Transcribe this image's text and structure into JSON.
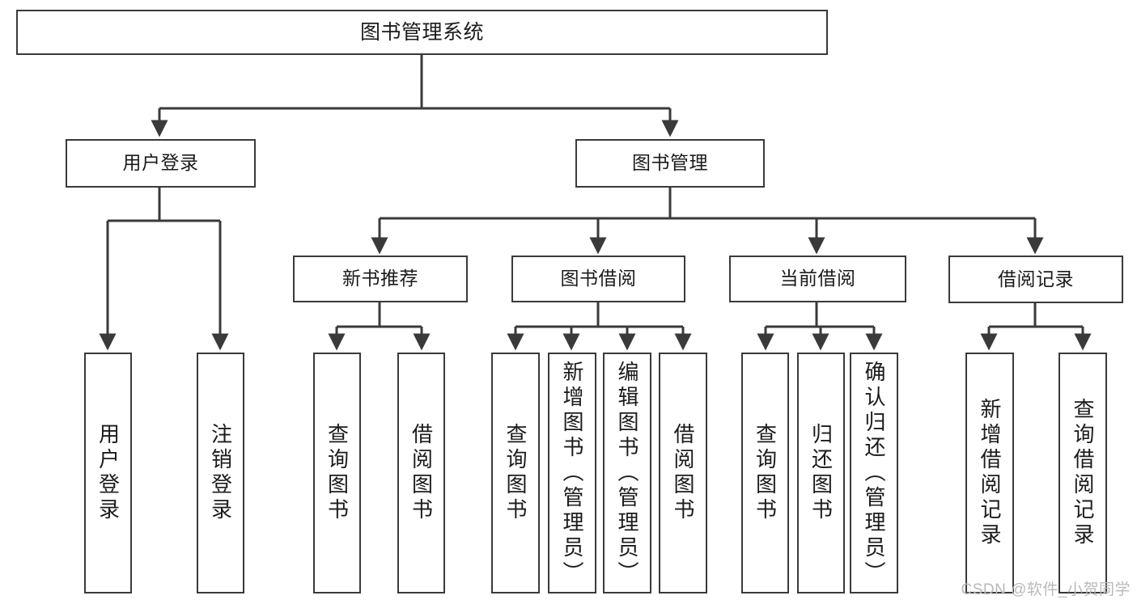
{
  "diagram": {
    "title": "图书管理系统",
    "type": "tree-hierarchy-chart",
    "line_color": "#3a3a3a",
    "box_fill": "#ffffff",
    "text_color": "#1b1b1b",
    "nodes": {
      "root": {
        "label": "图书管理系统"
      },
      "level2": [
        {
          "id": "user-login",
          "label": "用户登录"
        },
        {
          "id": "book-manage",
          "label": "图书管理"
        }
      ],
      "level3": [
        {
          "id": "new-book-recommend",
          "label": "新书推荐"
        },
        {
          "id": "book-borrow",
          "label": "图书借阅"
        },
        {
          "id": "current-borrow",
          "label": "当前借阅"
        },
        {
          "id": "borrow-record",
          "label": "借阅记录"
        }
      ],
      "leaves": {
        "user_login": [
          {
            "id": "leaf-user-login",
            "label": "用户登录"
          },
          {
            "id": "leaf-logout-login",
            "label": "注销登录"
          }
        ],
        "new_book_recommend": [
          {
            "id": "leaf-query-book-1",
            "label": "查询图书"
          },
          {
            "id": "leaf-borrow-book-1",
            "label": "借阅图书"
          }
        ],
        "book_borrow": [
          {
            "id": "leaf-query-book-2",
            "label": "查询图书"
          },
          {
            "id": "leaf-add-book",
            "label": "新增图书（管理员）"
          },
          {
            "id": "leaf-edit-book",
            "label": "编辑图书（管理员）"
          },
          {
            "id": "leaf-borrow-book-2",
            "label": "借阅图书"
          }
        ],
        "current_borrow": [
          {
            "id": "leaf-query-book-3",
            "label": "查询图书"
          },
          {
            "id": "leaf-return-book",
            "label": "归还图书"
          },
          {
            "id": "leaf-confirm-return",
            "label": "确认归还（管理员）"
          }
        ],
        "borrow_record": [
          {
            "id": "leaf-add-record",
            "label": "新增借阅记录"
          },
          {
            "id": "leaf-query-record",
            "label": "查询借阅记录"
          }
        ]
      }
    }
  },
  "watermark": {
    "text": "CSDN @软件_小贺同学"
  }
}
